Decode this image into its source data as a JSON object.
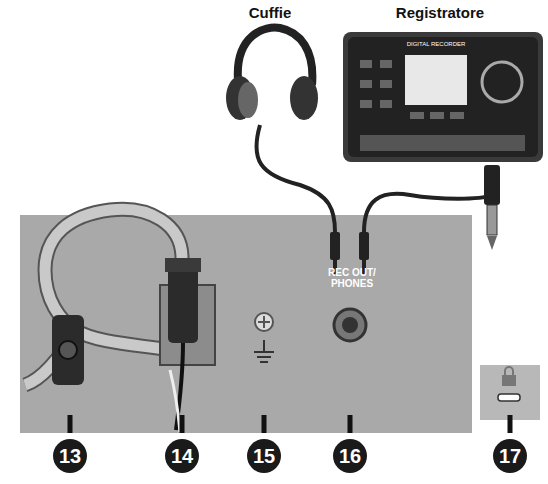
{
  "diagram": {
    "labels": [
      "Cuffie",
      "Registratore",
      "DIGITAL RECORDER",
      "REC OUT/ PHONES",
      "13",
      "14",
      "15",
      "16",
      "17"
    ]
  }
}
